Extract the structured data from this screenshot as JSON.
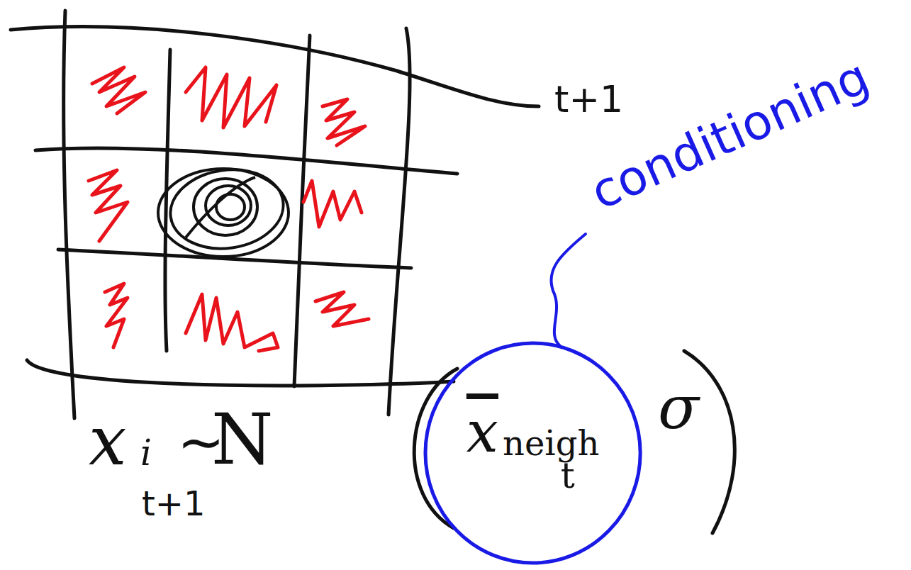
{
  "diagram": {
    "nodes": [
      {
        "text": [
          "x",
          "neigh",
          "t"
        ]
      }
    ],
    "labels": [
      "t+1",
      "conditioning",
      "x",
      "i",
      "t+1",
      "∼",
      "N",
      "σ"
    ]
  }
}
